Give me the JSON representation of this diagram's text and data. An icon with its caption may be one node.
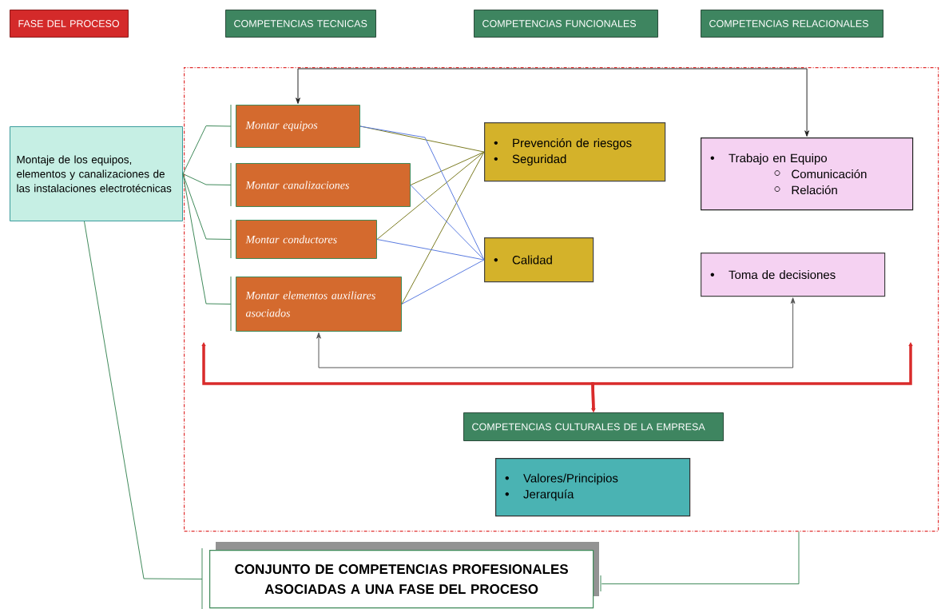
{
  "diagram": {
    "nodes": [
      {
        "text": [
          "FASE DEL PROCESO"
        ]
      },
      {
        "text": [
          "COMPETENCIAS TECNICAS"
        ]
      },
      {
        "text": [
          "COMPETENCIAS FUNCIONALES"
        ]
      },
      {
        "text": [
          "COMPETENCIAS RELACIONALES"
        ]
      },
      {
        "text": [],
        "shape": "box"
      },
      {
        "text": [
          "Montaje de los equipos, elementos y canalizaciones de las instalaciones electrotécnicas"
        ]
      },
      {
        "text": [
          "Montar equipos"
        ],
        "in": 4
      },
      {
        "text": [
          "Montar canalizaciones"
        ],
        "in": 4
      },
      {
        "text": [
          "Montar conductores"
        ],
        "in": 4
      },
      {
        "text": [
          "Montar elementos auxiliares asociados"
        ],
        "in": 4
      },
      {
        "text": [
          "Prevención de riesgos",
          "Seguridad"
        ],
        "in": 4
      },
      {
        "text": [
          "Calidad"
        ],
        "in": 4
      },
      {
        "text": [
          "Trabajo en Equipo",
          "Comunicación",
          "Relación"
        ],
        "in": 4
      },
      {
        "text": [
          "Toma de decisiones"
        ],
        "in": 4
      },
      {
        "text": [
          "COMPETENCIAS CULTURALES DE LA EMPRESA"
        ],
        "in": 4
      },
      {
        "text": [
          "Valores/Principios",
          "Jerarquía"
        ],
        "in": 4
      },
      {
        "text": [
          "CONJUNTO DE COMPETENCIAS PROFESIONALES ASOCIADAS A UNA FASE DEL PROCESO"
        ]
      }
    ],
    "edges": [
      {
        "from": 5,
        "to": 6,
        "arrow": "none",
        "color": "#3f8a5a"
      },
      {
        "from": 5,
        "to": 7,
        "arrow": "none",
        "color": "#3f8a5a"
      },
      {
        "from": 5,
        "to": 8,
        "arrow": "none",
        "color": "#3f8a5a"
      },
      {
        "from": 5,
        "to": 9,
        "arrow": "none",
        "color": "#3f8a5a"
      },
      {
        "from": 5,
        "to": 16,
        "arrow": "none",
        "color": "#3f8a5a"
      },
      {
        "from": 4,
        "to": 16,
        "arrow": "none",
        "color": "#3f8a5a"
      },
      {
        "from": 6,
        "to": 10,
        "arrow": "none",
        "color": "#7a7a20"
      },
      {
        "from": 7,
        "to": 10,
        "arrow": "none",
        "color": "#7a7a20"
      },
      {
        "from": 8,
        "to": 10,
        "arrow": "none",
        "color": "#7a7a20"
      },
      {
        "from": 9,
        "to": 10,
        "arrow": "none",
        "color": "#7a7a20"
      },
      {
        "from": 6,
        "to": 11,
        "arrow": "none",
        "color": "#5a7be0"
      },
      {
        "from": 7,
        "to": 11,
        "arrow": "none",
        "color": "#5a7be0"
      },
      {
        "from": 8,
        "to": 11,
        "arrow": "none",
        "color": "#5a7be0"
      },
      {
        "from": 9,
        "to": 11,
        "arrow": "none",
        "color": "#5a7be0"
      },
      {
        "from": 6,
        "to": 12,
        "arrow": "both",
        "color": "#222222"
      },
      {
        "from": 9,
        "to": 13,
        "arrow": "both",
        "color": "#555555"
      },
      {
        "from": null,
        "to": 14,
        "arrow": "both",
        "style": "thick",
        "color": "#d92b2b"
      },
      {
        "from": null,
        "to": 14,
        "arrow": "both",
        "style": "thick",
        "color": "#d92b2b"
      }
    ]
  }
}
